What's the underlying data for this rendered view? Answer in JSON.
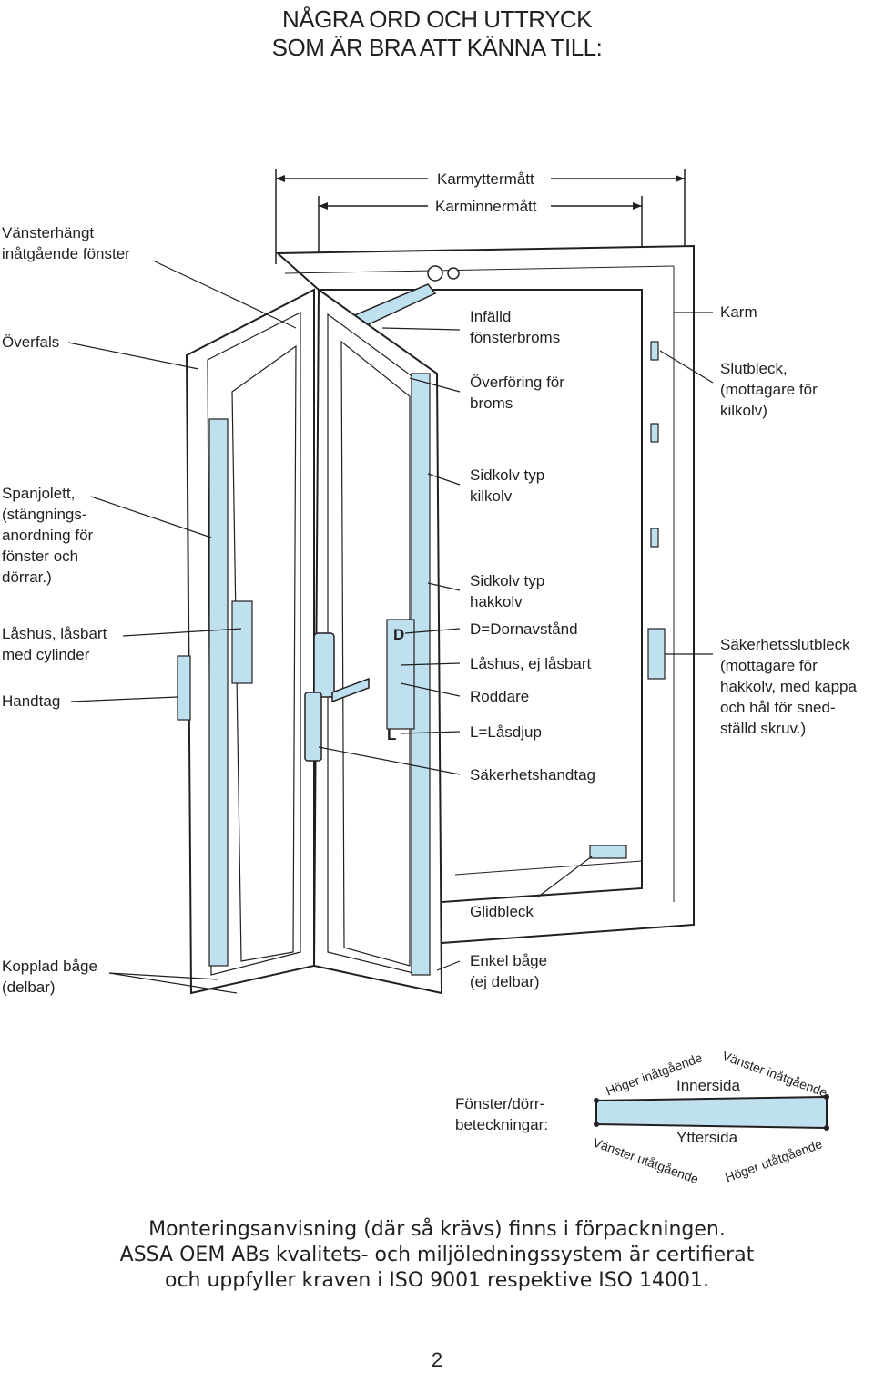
{
  "title": [
    "NÅGRA ORD OCH UTTRYCK",
    "SOM ÄR BRA ATT KÄNNA TILL:"
  ],
  "labels": {
    "karmyttermatt": "Karmyttermått",
    "karminnermatt": "Karminnermått",
    "vansterhangt": [
      "Vänsterhängt",
      "inåtgående fönster"
    ],
    "overfals": "Överfals",
    "infalld": [
      "Infälld",
      "fönsterbroms"
    ],
    "overforing": [
      "Överföring för",
      "broms"
    ],
    "karm": "Karm",
    "slutbleck": [
      "Slutbleck,",
      "(mottagare för",
      "kilkolv)"
    ],
    "spanjolett": [
      "Spanjolett,",
      "(stängnings-",
      "anordning för",
      "fönster och",
      "dörrar.)"
    ],
    "sidkolv_kil": [
      "Sidkolv typ",
      "kilkolv"
    ],
    "sidkolv_hak": [
      "Sidkolv typ",
      "hakkolv"
    ],
    "lashus_lasbart": [
      "Låshus, låsbart",
      "med cylinder"
    ],
    "dornavstand": "D=Dornavstånd",
    "lashus_ej": "Låshus, ej låsbart",
    "sakerhetsslutbleck": [
      "Säkerhetsslutbleck",
      "(mottagare för",
      "hakkolv, med kappa",
      "och hål för sned-",
      "ställd skruv.)"
    ],
    "handtag": "Handtag",
    "roddare": "Roddare",
    "lasdjup": "L=Låsdjup",
    "sakerhetshandtag": "Säkerhetshandtag",
    "glidbleck": "Glidbleck",
    "kopplad": [
      "Kopplad båge",
      "(delbar)"
    ],
    "enkel": [
      "Enkel båge",
      "(ej delbar)"
    ],
    "letter_d": "D",
    "letter_l": "L"
  },
  "legend": {
    "heading": [
      "Fönster/dörr-",
      "beteckningar:"
    ],
    "innersida": "Innersida",
    "yttersida": "Yttersida",
    "hoger_inat": "Höger inåtgående",
    "vanster_inat": "Vänster inåtgående",
    "vanster_utat": "Vänster utåtgående",
    "hoger_utat": "Höger utåtgående",
    "bar_color": "#bfe0ee"
  },
  "footer": [
    "Monteringsanvisning (där så krävs) finns i förpackningen.",
    "ASSA OEM ABs kvalitets- och miljöledningssystem är certifierat",
    "och uppfyller kraven i ISO 9001 respektive ISO 14001."
  ],
  "page_number": "2",
  "colors": {
    "hardware_blue": "#bfe0ee",
    "line": "#231f20"
  }
}
